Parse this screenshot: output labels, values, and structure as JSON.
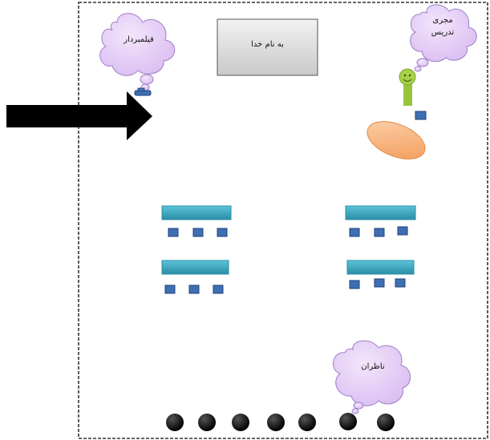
{
  "board": {
    "label": "به نام خدا"
  },
  "cameraman": {
    "label": "فیلمبردار"
  },
  "host": {
    "label": "مجری\nتدریس"
  },
  "observers": {
    "label": "ناظران"
  },
  "colors": {
    "border": "#333333",
    "board_fill": "#d9d9d9",
    "cloud_fill": "#e6d0f7",
    "cloud_stroke": "#9b7fc8",
    "table_fill": "#38a7c0",
    "chair_fill": "#3f6fb3",
    "chair_stroke": "#1f3f7a",
    "oval_fill": "#f6b27a",
    "smiley_fill": "#a8d14a",
    "arrow": "#000000",
    "dot": "#000000"
  },
  "icons": {
    "arrow": "right-arrow-icon",
    "person": "smiley-person-icon",
    "camera": "camera-icon"
  },
  "audience_seat_count": 7
}
